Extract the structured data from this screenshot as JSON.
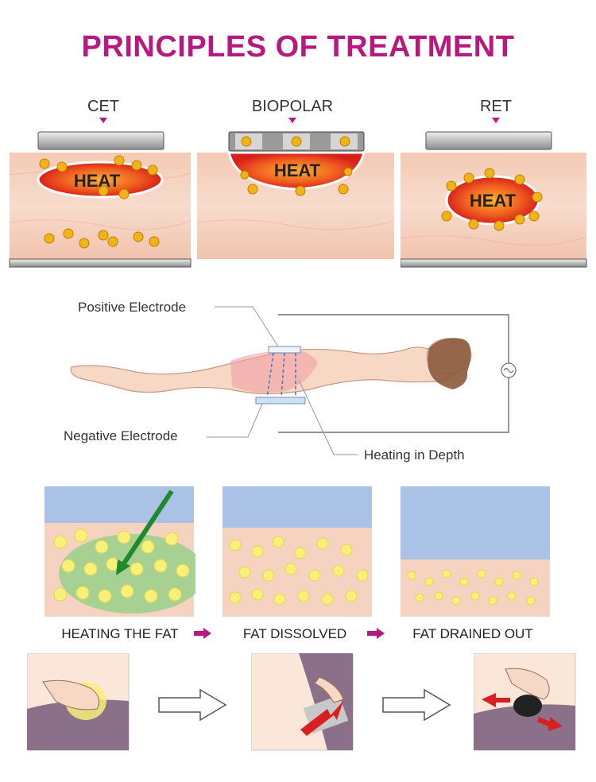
{
  "title": "PRINCIPLES OF TREATMENT",
  "colors": {
    "title": "#b8197f",
    "marker": "#b8197f",
    "skin": "#f6d2bf",
    "heat": "#e8361c",
    "particle": "#f0b418",
    "fat_cell": "#f7f07a",
    "sky": "#a9c2e6",
    "arrow_green": "#1e8a2c"
  },
  "principles": [
    {
      "label": "CET",
      "heat": "HEAT"
    },
    {
      "label": "BIOPOLAR",
      "heat": "HEAT"
    },
    {
      "label": "RET",
      "heat": "HEAT"
    }
  ],
  "electrode_diagram": {
    "positive": "Positive Electrode",
    "negative": "Negative Electrode",
    "depth": "Heating in Depth"
  },
  "stages": [
    {
      "label": "HEATING THE FAT"
    },
    {
      "label": "FAT DISSOLVED"
    },
    {
      "label": "FAT DRAINED OUT"
    }
  ],
  "procedure_steps": [
    "hand-massage-step",
    "device-application-step",
    "device-drainage-step"
  ]
}
